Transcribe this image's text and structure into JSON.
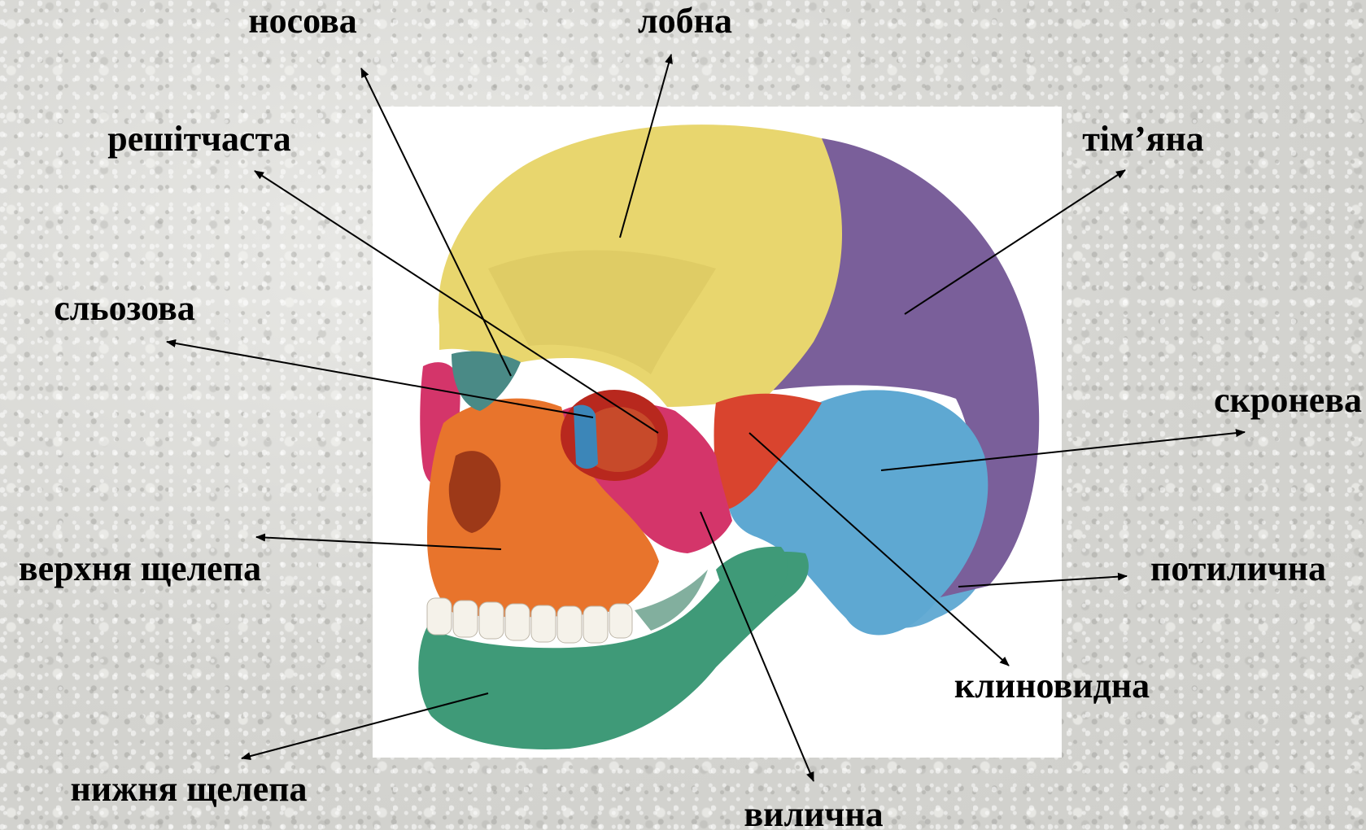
{
  "labels": {
    "nasal": "носова",
    "frontal": "лобна",
    "ethmoid": "решітчаста",
    "parietal": "тім’яна",
    "lacrimal": "сльозова",
    "temporal": "скронева",
    "maxilla": "верхня щелепа",
    "occipital": "потилична",
    "sphenoid": "клиновидна",
    "mandible": "нижня щелепа",
    "zygomatic": "вилична"
  },
  "colors": {
    "frontal": "#e8d66e",
    "parietal": "#7a5f9a",
    "temporal": "#5ea8d2",
    "sphenoid": "#d9442e",
    "zygomatic": "#d4356a",
    "maxilla": "#e8742c",
    "mandible": "#3f9a78",
    "nasal": "#4a8a86",
    "lacrimal": "#3c86b8",
    "ethmoid": "#c8603a",
    "teeth": "#f5f2ea",
    "leader": "#000000"
  }
}
